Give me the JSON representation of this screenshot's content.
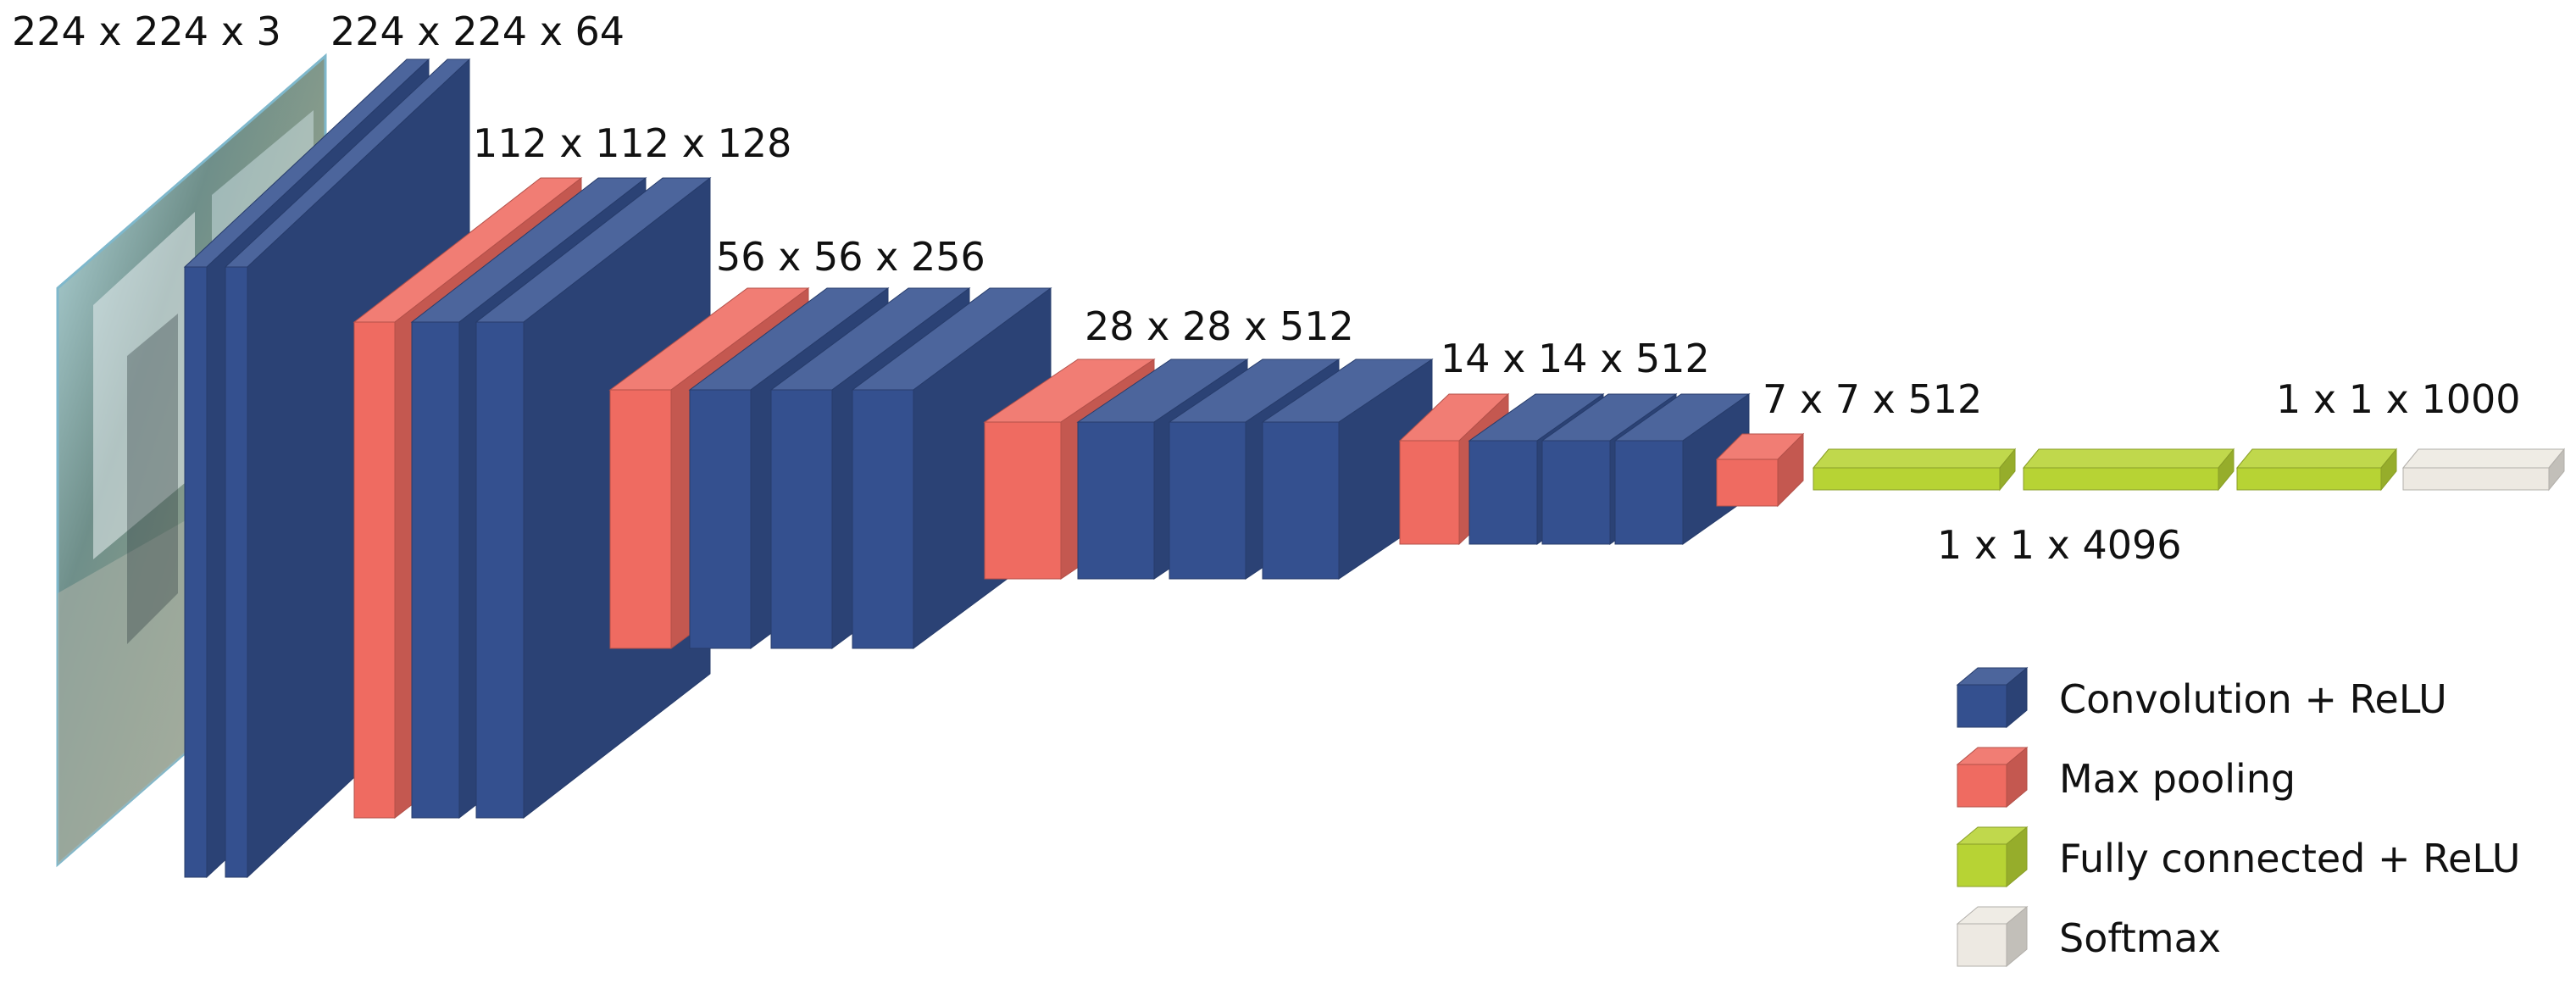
{
  "labels": {
    "input": "224 x 224 x 3",
    "conv1": "224 x 224 x 64",
    "conv2": "112 x 112 x 128",
    "conv3": "56 x 56 x 256",
    "conv4": "28 x 28 x 512",
    "conv5": "14 x 14 x 512",
    "pool5": "7 x 7 x 512",
    "fc": "1 x 1 x 4096",
    "softmax": "1 x 1 x 1000"
  },
  "legend": {
    "conv": "Convolution + ReLU",
    "pool": "Max pooling",
    "fc": "Fully connected + ReLU",
    "softmax": "Softmax"
  },
  "colors": {
    "conv": "#34508f",
    "pool": "#ef6b61",
    "fc": "#b7d334",
    "softmax": "#ede9e2"
  }
}
